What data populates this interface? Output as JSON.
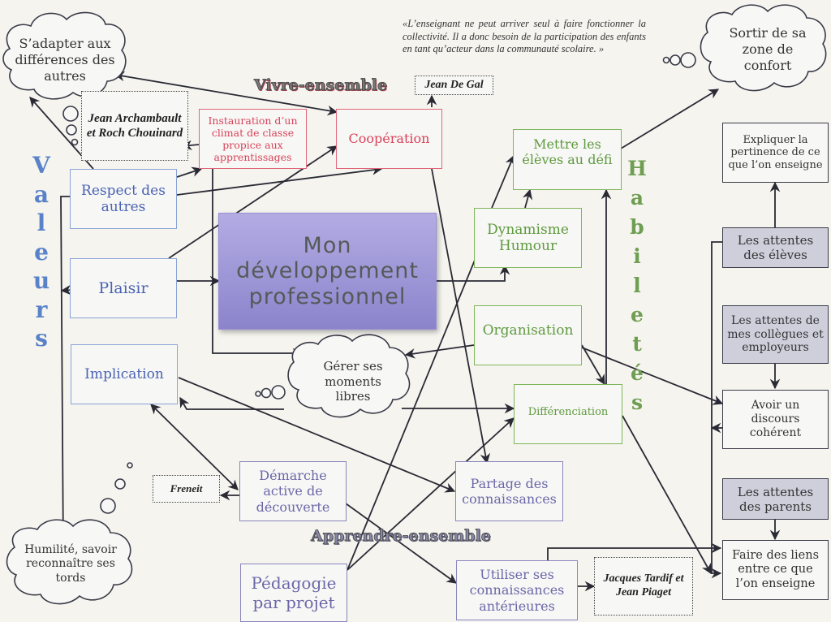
{
  "sections": {
    "vivre_ensemble": "Vivre-ensemble",
    "apprendre_ensemble": "Apprendre-ensemble",
    "valeurs": [
      "V",
      "a",
      "l",
      "e",
      "u",
      "r",
      "s"
    ],
    "habiletes": [
      "H",
      "a",
      "b",
      "i",
      "l",
      "e",
      "t",
      "é",
      "s"
    ]
  },
  "quote": {
    "text": "«L’enseignant ne peut arriver seul à faire fonctionner la collectivité. Il a donc besoin de la participation des enfants en tant qu’acteur dans la communauté scolaire. »",
    "author": "Jean De Gal"
  },
  "center": {
    "line1": "Mon",
    "line2": "développement",
    "line3": "professionnel"
  },
  "clouds": {
    "adapter": "S’adapter aux différences des autres",
    "confort": "Sortir de sa zone de confort",
    "moments": "Gérer ses moments libres",
    "humilite": "Humilité, savoir reconnaître ses tords"
  },
  "valeurs": {
    "respect": "Respect des autres",
    "plaisir": "Plaisir",
    "implication": "Implication"
  },
  "vivre": {
    "instauration": "Instauration d’un climat de classe propice aux apprentissages",
    "cooperation": "Coopération"
  },
  "habiletes": {
    "defi": "Mettre les élèves au défi",
    "dynamisme": "Dynamisme Humour",
    "organisation": "Organisation",
    "differenciation": "Différenciation"
  },
  "apprendre": {
    "demarche": "Démarche active de découverte",
    "partage": "Partage des connaissances",
    "pedagogie": "Pédagogie par projet",
    "utiliser": "Utiliser ses connaissances antérieures"
  },
  "references": {
    "archambault": "Jean Archambault et Roch Chouinard",
    "freinet": "Freneit",
    "tardif": "Jacques Tardif et Jean Piaget",
    "degal": "Jean De Gal"
  },
  "right_column": {
    "expliquer": "Expliquer la pertinence de ce que l’on enseigne",
    "attentes_eleves": "Les attentes des élèves",
    "attentes_collegues": "Les attentes de mes collègues et employeurs",
    "discours": "Avoir un discours cohérent",
    "attentes_parents": "Les attentes des parents",
    "liens": "Faire des liens entre ce que l’on enseigne"
  },
  "colors": {
    "valeurs": "#4a63b3",
    "vivre": "#d9435a",
    "habiletes": "#5f9a3f",
    "apprendre": "#6b67a8",
    "center_top": "#b3ace3",
    "center_bottom": "#8b84cc",
    "grey_fill": "#cfcfdc",
    "arrow": "#2a2a35"
  }
}
